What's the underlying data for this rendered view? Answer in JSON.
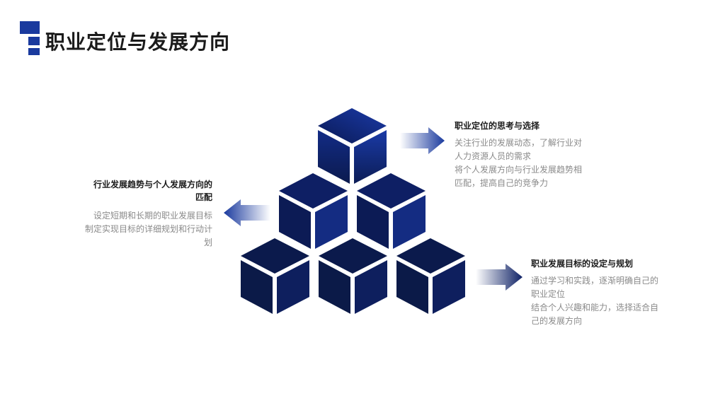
{
  "title": "职业定位与发展方向",
  "colors": {
    "accent": "#1a3a9e",
    "cube_top": "#0f1f5c",
    "cube_dark": "#0b1a4a",
    "cube_mid": "#1a3a9e"
  },
  "blocks": [
    {
      "heading": "职业定位的思考与选择",
      "lines": [
        "关注行业的发展动态，了解行业对",
        "人力资源人员的需求",
        "将个人发展方向与行业发展趋势相",
        "匹配，提高自己的竞争力"
      ]
    },
    {
      "heading_line1": "行业发展趋势与个人发展方向的",
      "heading_line2": "匹配",
      "lines": [
        "设定短期和长期的职业发展目标",
        "制定实现目标的详细规划和行动计",
        "划"
      ]
    },
    {
      "heading": "职业发展目标的设定与规划",
      "lines": [
        "通过学习和实践，逐渐明确自己的",
        "职业定位",
        "结合个人兴趣和能力，选择适合自",
        "己的发展方向"
      ]
    }
  ]
}
